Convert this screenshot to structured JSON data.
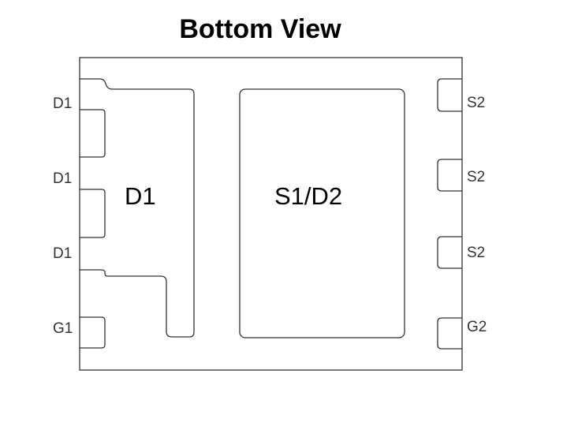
{
  "title": "Bottom View",
  "pads": {
    "left_large": "D1",
    "center_large": "S1/D2"
  },
  "left_pins": [
    "D1",
    "D1",
    "D1",
    "G1"
  ],
  "right_pins": [
    "S2",
    "S2",
    "S2",
    "G2"
  ]
}
